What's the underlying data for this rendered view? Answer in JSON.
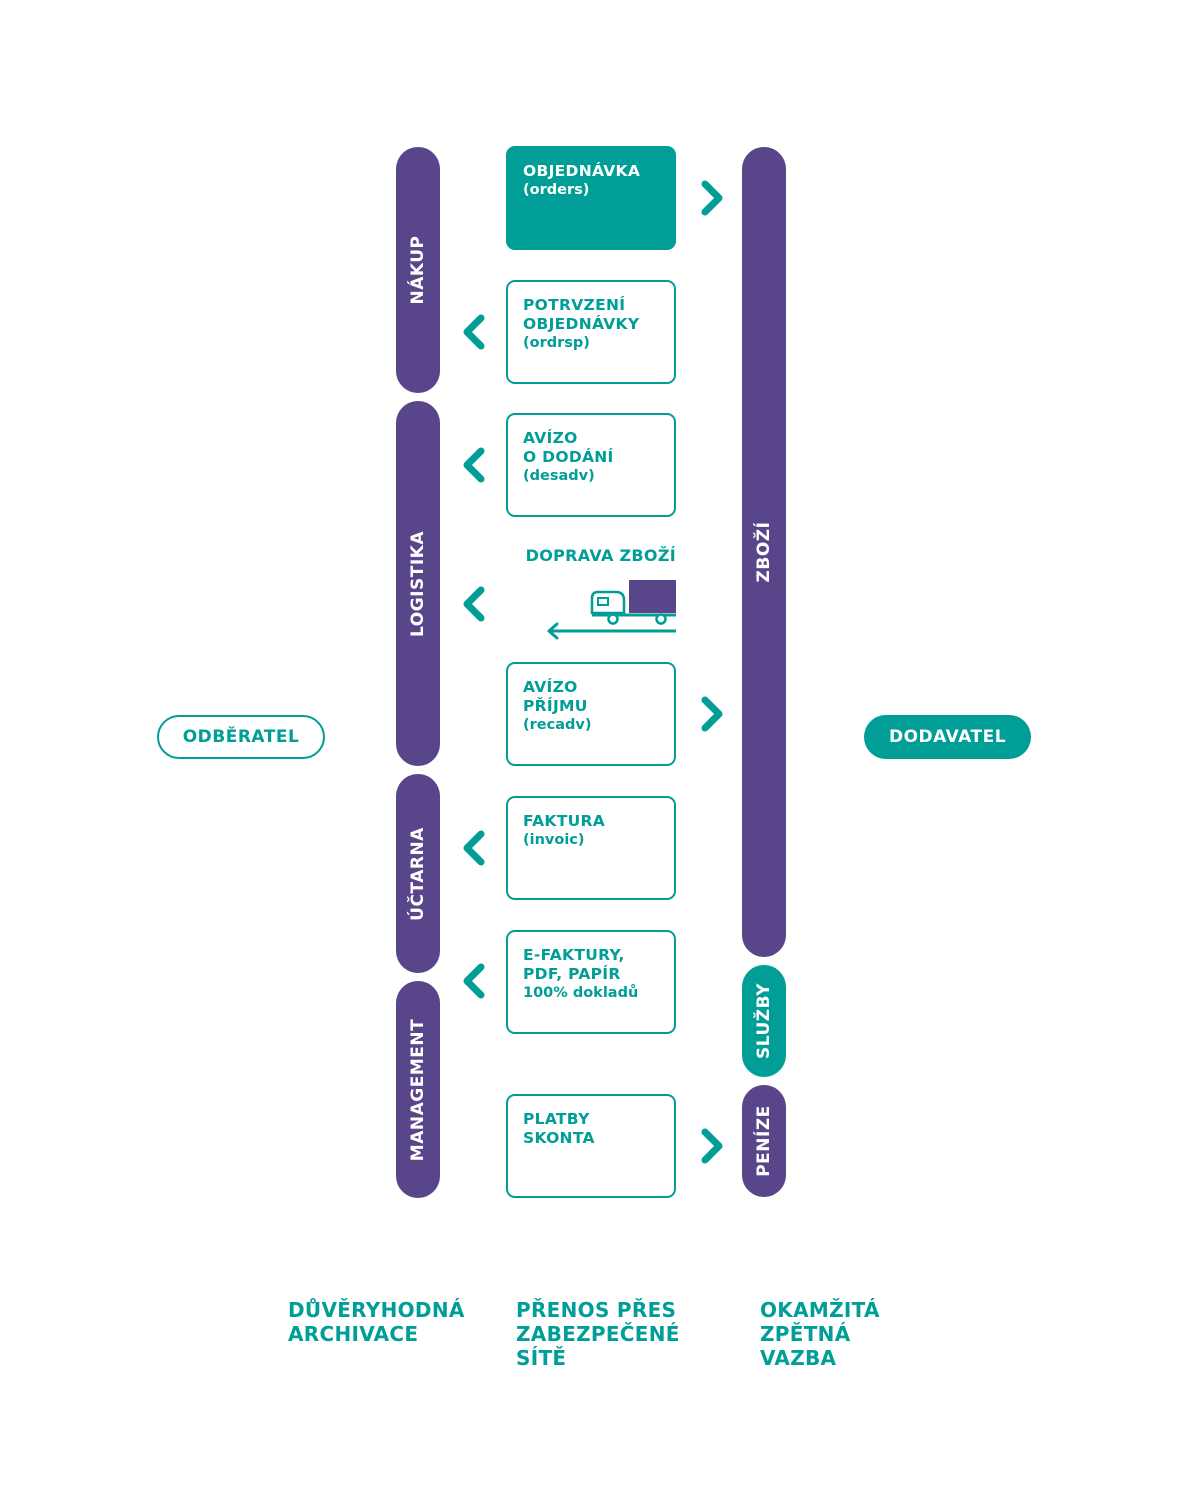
{
  "left_party": "ODBĚRATEL",
  "right_party": "DODAVATEL",
  "left_pills": [
    {
      "id": "nakup",
      "label": "NÁKUP"
    },
    {
      "id": "logistika",
      "label": "LOGISTIKA"
    },
    {
      "id": "uctarna",
      "label": "ÚČTARNA"
    },
    {
      "id": "management",
      "label": "MANAGEMENT"
    }
  ],
  "right_pills": [
    {
      "id": "zbozi",
      "label": "ZBOŽÍ"
    },
    {
      "id": "sluzby",
      "label": "SLUŽBY"
    },
    {
      "id": "penize",
      "label": "PENÍZE"
    }
  ],
  "documents": [
    {
      "title": "OBJEDNÁVKA",
      "code": "(orders)",
      "direction": "right"
    },
    {
      "title": "POTRVZENÍ\nOBJEDNÁVKY",
      "code": "(ordrsp)",
      "direction": "left"
    },
    {
      "title": "AVÍZO\nO DODÁNÍ",
      "code": "(desadv)",
      "direction": "left"
    },
    {
      "title": "AVÍZO\nPŘÍJMU",
      "code": "(recadv)",
      "direction": "right"
    },
    {
      "title": "FAKTURA",
      "code": "(invoic)",
      "direction": "left"
    },
    {
      "title": "E-FAKTURY,\nPDF, PAPÍR",
      "code": "100% dokladů",
      "direction": "left"
    },
    {
      "title": "PLATBY\nSKONTA",
      "code": "",
      "direction": "right"
    }
  ],
  "transport": {
    "title": "DOPRAVA ZBOŽÍ",
    "direction": "left",
    "icon": "truck-icon"
  },
  "bottom_labels": [
    "DŮVĚRYHODNÁ\nARCHIVACE",
    "PŘENOS PŘES\nZABEZPEČENÉ\nSÍTĚ",
    "OKAMŽITÁ\nZPĚTNÁ\nVAZBA"
  ],
  "colors": {
    "purple": "#58458a",
    "teal": "#009e96"
  }
}
